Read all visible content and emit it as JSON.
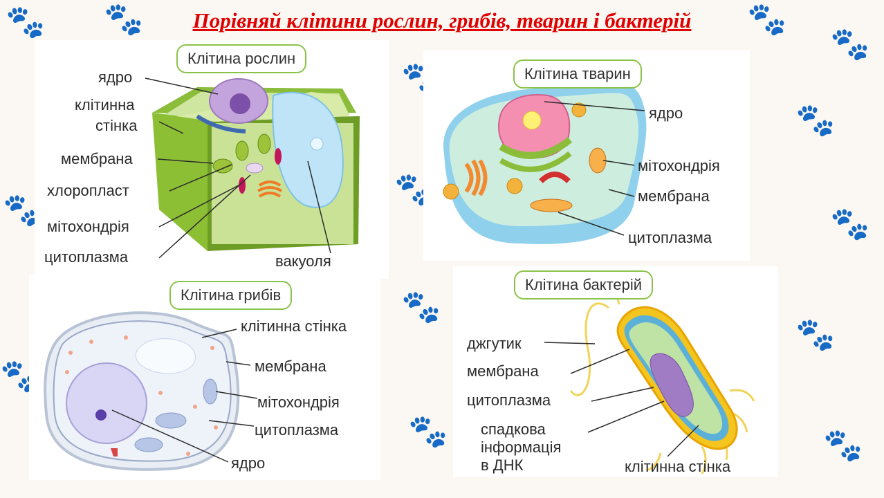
{
  "title": "Порівняй клітини рослин, грибів, тварин і бактерій",
  "icons": {
    "background": "paw-print-icon"
  },
  "colors": {
    "title": "#e00000",
    "pill_border": "#8bc34a"
  },
  "plant": {
    "caption": "Клітина рослин",
    "labels": {
      "nucleus": "ядро",
      "wall_1": "клітинна",
      "wall_2": "стінка",
      "membrane": "мембрана",
      "chloroplast": "хлоропласт",
      "mitochondria": "мітохондрія",
      "cytoplasm": "цитоплазма",
      "vacuole": "вакуоля"
    }
  },
  "animal": {
    "caption": "Клітина тварин",
    "labels": {
      "nucleus": "ядро",
      "mitochondria": "мітохондрія",
      "membrane": "мембрана",
      "cytoplasm": "цитоплазма"
    }
  },
  "fungi": {
    "caption": "Клітина грибів",
    "labels": {
      "wall": "клітинна стінка",
      "membrane": "мембрана",
      "mitochondria": "мітохондрія",
      "cytoplasm": "цитоплазма",
      "nucleus": "ядро"
    }
  },
  "bacteria": {
    "caption": "Клітина бактерій",
    "labels": {
      "flagellum": "джгутик",
      "membrane": "мембрана",
      "cytoplasm": "цитоплазма",
      "dna_1": "спадкова",
      "dna_2": "інформація",
      "dna_3": "в ДНК",
      "wall": "клітинна стінка"
    }
  }
}
